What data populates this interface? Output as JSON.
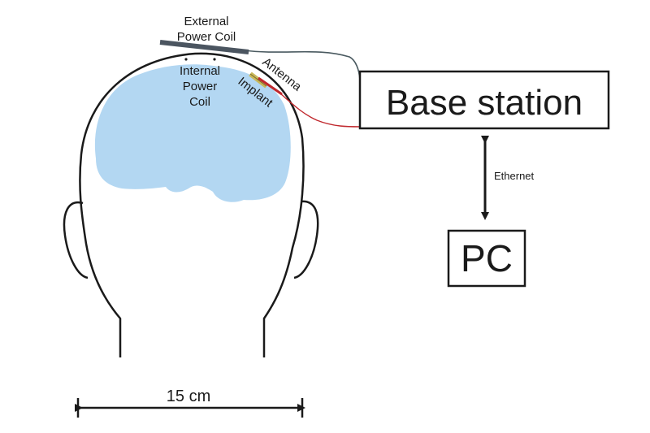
{
  "labels": {
    "external_coil_line1": "External",
    "external_coil_line2": "Power Coil",
    "internal_coil_line1": "Internal",
    "internal_coil_line2": "Power",
    "internal_coil_line3": "Coil",
    "antenna": "Antenna",
    "implant": "Implant",
    "base_station": "Base station",
    "ethernet": "Ethernet",
    "pc": "PC",
    "head_width": "15 cm"
  },
  "colors": {
    "brain": "#b3d7f2",
    "external_coil": "#4b5560",
    "antenna_wire": "#c0282d",
    "coil_wire": "#4a5a60",
    "outline": "#1a1a1a"
  }
}
